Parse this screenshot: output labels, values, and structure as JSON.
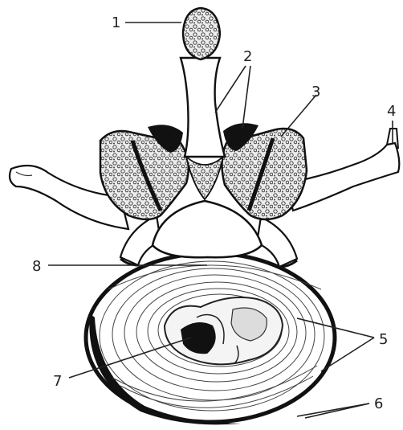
{
  "figure": {
    "subject": "vertebra-with-intervertebral-disc",
    "colors": {
      "ink": "#222222",
      "bone_fill": "#ffffff",
      "cancellous_fill": "#e9e9e9",
      "shadow": "#111111"
    },
    "callouts": [
      {
        "id": "c1",
        "label": "1"
      },
      {
        "id": "c2",
        "label": "2"
      },
      {
        "id": "c3",
        "label": "3"
      },
      {
        "id": "c4",
        "label": "4"
      },
      {
        "id": "c5",
        "label": "5"
      },
      {
        "id": "c6",
        "label": "6"
      },
      {
        "id": "c7",
        "label": "7"
      },
      {
        "id": "c8",
        "label": "8"
      }
    ]
  }
}
